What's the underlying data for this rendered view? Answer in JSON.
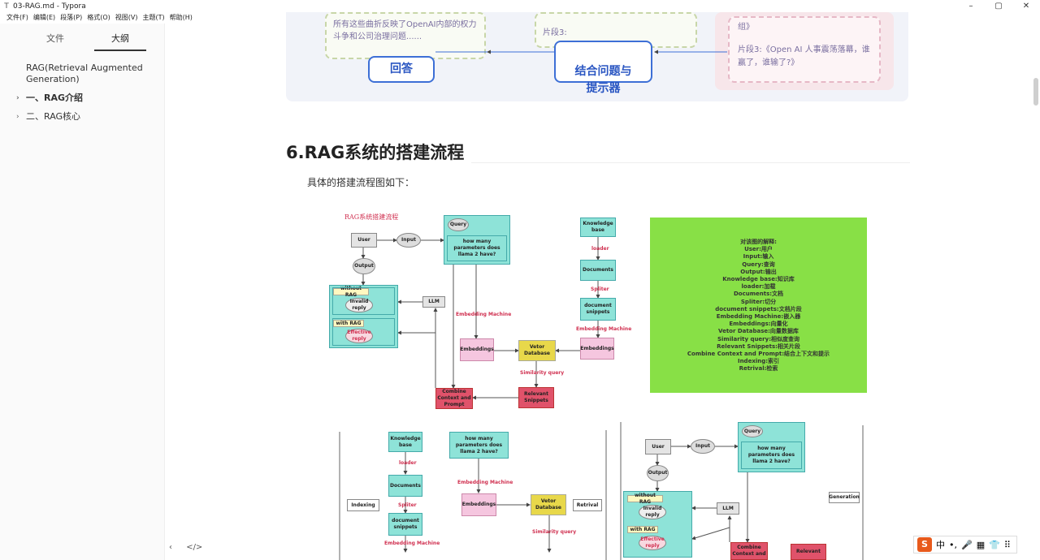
{
  "window": {
    "title": "03-RAG.md - Typora",
    "controls": [
      "–",
      "▢",
      "✕"
    ]
  },
  "menu": [
    "文件(F)",
    "编辑(E)",
    "段落(P)",
    "格式(O)",
    "视图(V)",
    "主题(T)",
    "帮助(H)"
  ],
  "sidebar": {
    "tabs": [
      "文件",
      "大纲"
    ],
    "outline": [
      {
        "label": "RAG(Retrieval Augmented Generation)",
        "chev": ""
      },
      {
        "label": "一、RAG介绍",
        "chev": "›"
      },
      {
        "label": "二、RAG核心",
        "chev": "›"
      }
    ],
    "footer": [
      "‹",
      "</>"
    ]
  },
  "top_figure": {
    "bubble_left": "所有这些曲折反映了OpenAI内部的权力斗争和公司治理问题......",
    "bubble_mid": "片段3:",
    "answer_button": "回答",
    "combine_button": "结合问题与\n提示器",
    "pink_top": "组》",
    "pink_text": "片段3:《Open AI 人事震荡落幕，谁赢了，谁输了?》"
  },
  "doc": {
    "heading": "6.RAG系统的搭建流程",
    "para": "具体的搭建流程图如下："
  },
  "diagram": {
    "title": "RAG系统搭建流程",
    "nodes": {
      "user": "User",
      "input": "Input",
      "query": "Query",
      "question": "how many parameters does llama 2 have?",
      "output": "Output",
      "without_rag": "without RAG",
      "invalid": "Invalid reply",
      "with_rag": "with RAG",
      "effective": "Effective reply",
      "llm": "LLM",
      "kb": "Knowledge base",
      "documents": "Documents",
      "snippets": "document snippets",
      "embeddings": "Embeddings",
      "embeddings2": "Embeddings",
      "vdb": "Vetor Database",
      "relevant": "Relevant Snippets",
      "combine": "Combine Context and Prompt"
    },
    "labels": {
      "loader": "loader",
      "spliter": "Spliter",
      "em": "Embedding Machine",
      "em2": "Embedding Machine",
      "sim": "Similarity query"
    }
  },
  "explain": {
    "lines": [
      "对该图的解释:",
      "User:用户",
      "Input:输入",
      "Query:查询",
      "Output:输出",
      "Knowledge base:知识库",
      "loader:加载",
      "Documents:文档",
      "Spliter:切分",
      "document snippets:文档片段",
      "Embedding Machine:嵌入器",
      "Embeddings:向量化",
      "Vetor Database:向量数据库",
      "Similarity query:相似度查询",
      "Relevant Snippets:相关片段",
      "Combine Context and Prompt:结合上下文和提示",
      "Indexing:索引",
      "Retrival:检索"
    ]
  },
  "diagram2": {
    "kb": "Knowledge base",
    "loader": "loader",
    "documents": "Documents",
    "spliter": "Spliter",
    "snippets": "document snippets",
    "em": "Embedding Machine",
    "indexing": "Indexing",
    "question": "how many parameters does llama 2 have?",
    "em2": "Embedding Machine",
    "embeddings": "Embeddings",
    "vdb": "Vetor Database",
    "retrival": "Retrival",
    "sim": "Similarity query",
    "generation": "Generation",
    "user": "User",
    "input": "Input",
    "query": "Query",
    "question2": "how many parameters does llama 2 have?",
    "output": "Output",
    "without_rag": "without RAG",
    "invalid": "Invalid reply",
    "with_rag": "with RAG",
    "effective": "Effective reply",
    "llm": "LLM",
    "combine": "Combine Context and",
    "relevant": "Relevant"
  },
  "ime": {
    "logo": "S",
    "items": [
      "中",
      "•,",
      "🎤",
      "▦",
      "👕",
      "⠿"
    ]
  }
}
